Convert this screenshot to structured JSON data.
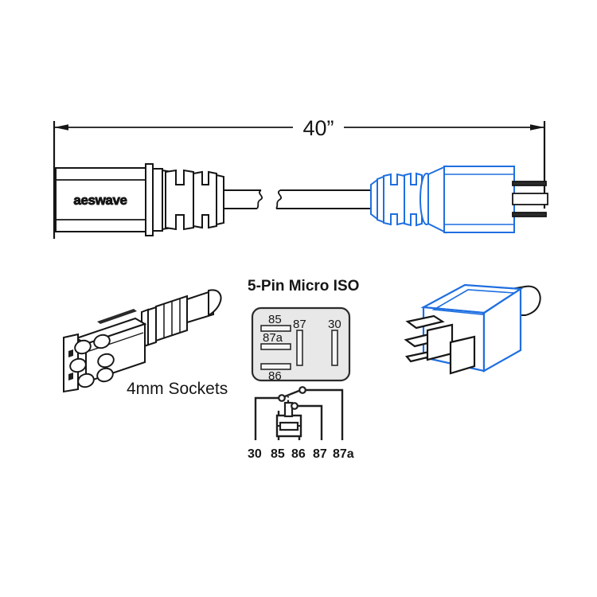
{
  "page": {
    "title": "5-Pin Micro ISO Relay Test Lead Diagram",
    "background": "#ffffff",
    "line_color": "#161616",
    "accent_blue": "#1f6fe0",
    "relay_fill": "#e8e8e8",
    "slot_fill": "#f6f6f6"
  },
  "dimension": {
    "label": "40”",
    "value": 40,
    "unit": "inch"
  },
  "cable": {
    "left_connector_brand": "aeswave",
    "break_symbol": "cable-break"
  },
  "sections": {
    "sockets": {
      "caption": "4mm Sockets",
      "socket_count": 5
    },
    "micro_iso": {
      "title": "5-Pin Micro ISO",
      "top_view_pins": [
        {
          "label": "85",
          "orientation": "horizontal"
        },
        {
          "label": "87a",
          "orientation": "horizontal"
        },
        {
          "label": "86",
          "orientation": "horizontal"
        },
        {
          "label": "87",
          "orientation": "vertical"
        },
        {
          "label": "30",
          "orientation": "vertical"
        }
      ],
      "schematic_pin_labels": [
        "30",
        "85",
        "86",
        "87",
        "87a"
      ]
    },
    "relay": {
      "name": "micro-iso-relay-3d",
      "terminal_count": 5
    }
  }
}
